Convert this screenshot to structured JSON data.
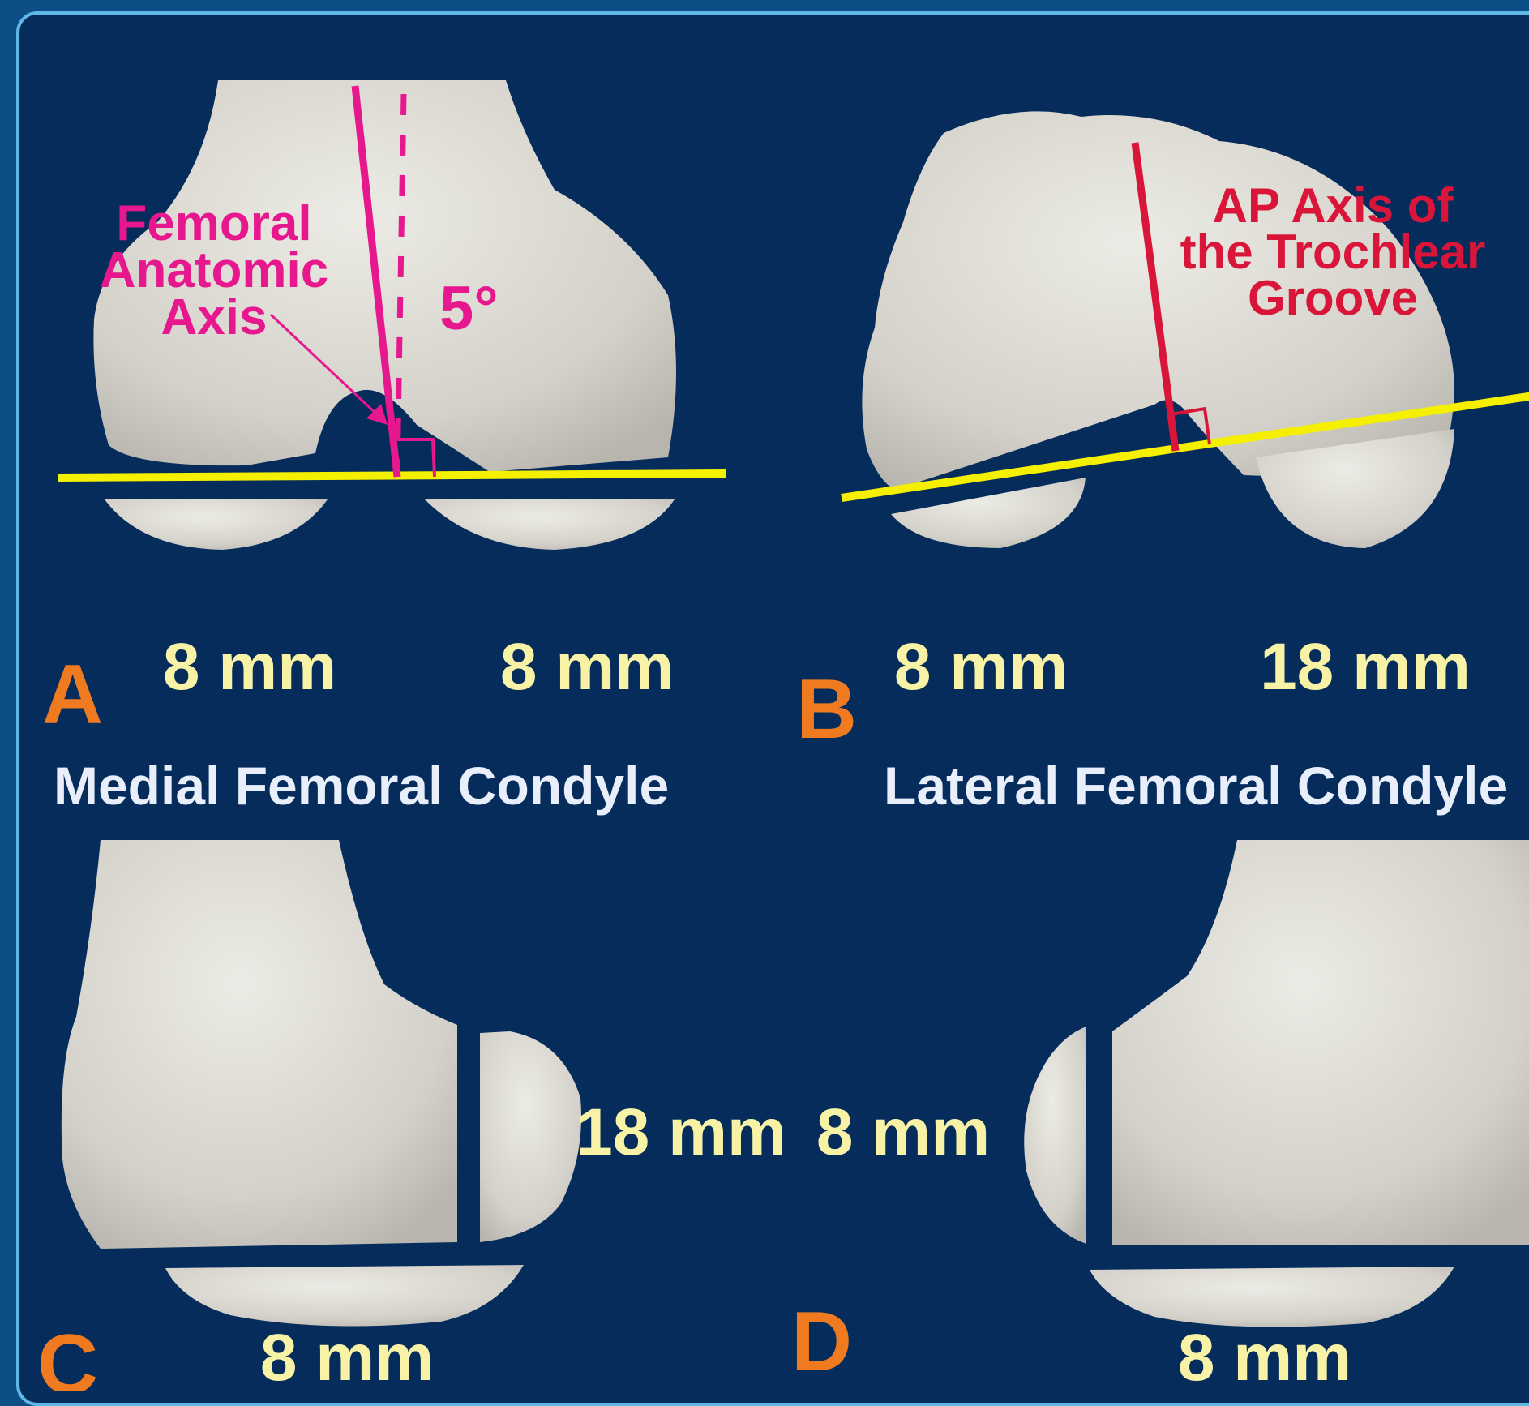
{
  "panels": {
    "a": {
      "letter": "A",
      "left_measure": "8 mm",
      "right_measure": "8 mm",
      "axis_label_lines": [
        "Femoral",
        "Anatomic",
        "Axis"
      ],
      "angle_label": "5°"
    },
    "b": {
      "letter": "B",
      "left_measure": "8 mm",
      "right_measure": "18 mm",
      "axis_label_lines": [
        "AP Axis of",
        "the Trochlear",
        "Groove"
      ]
    },
    "c": {
      "letter": "C",
      "caption": "Medial Femoral Condyle",
      "side_measure": "18 mm",
      "bottom_measure": "8 mm"
    },
    "d": {
      "letter": "D",
      "caption": "Lateral Femoral Condyle",
      "side_measure": "8 mm",
      "bottom_measure": "8 mm"
    }
  },
  "colors": {
    "background": "#052c5b",
    "frame": "#5fb7e6",
    "bone": "#d8d6cf",
    "femoral_axis": "#e7188e",
    "trochlear_axis": "#d9163a",
    "reference_line": "#f5f000",
    "letters": "#f07a1f",
    "measurements": "#f7f2a6",
    "captions": "#e8eefa"
  }
}
